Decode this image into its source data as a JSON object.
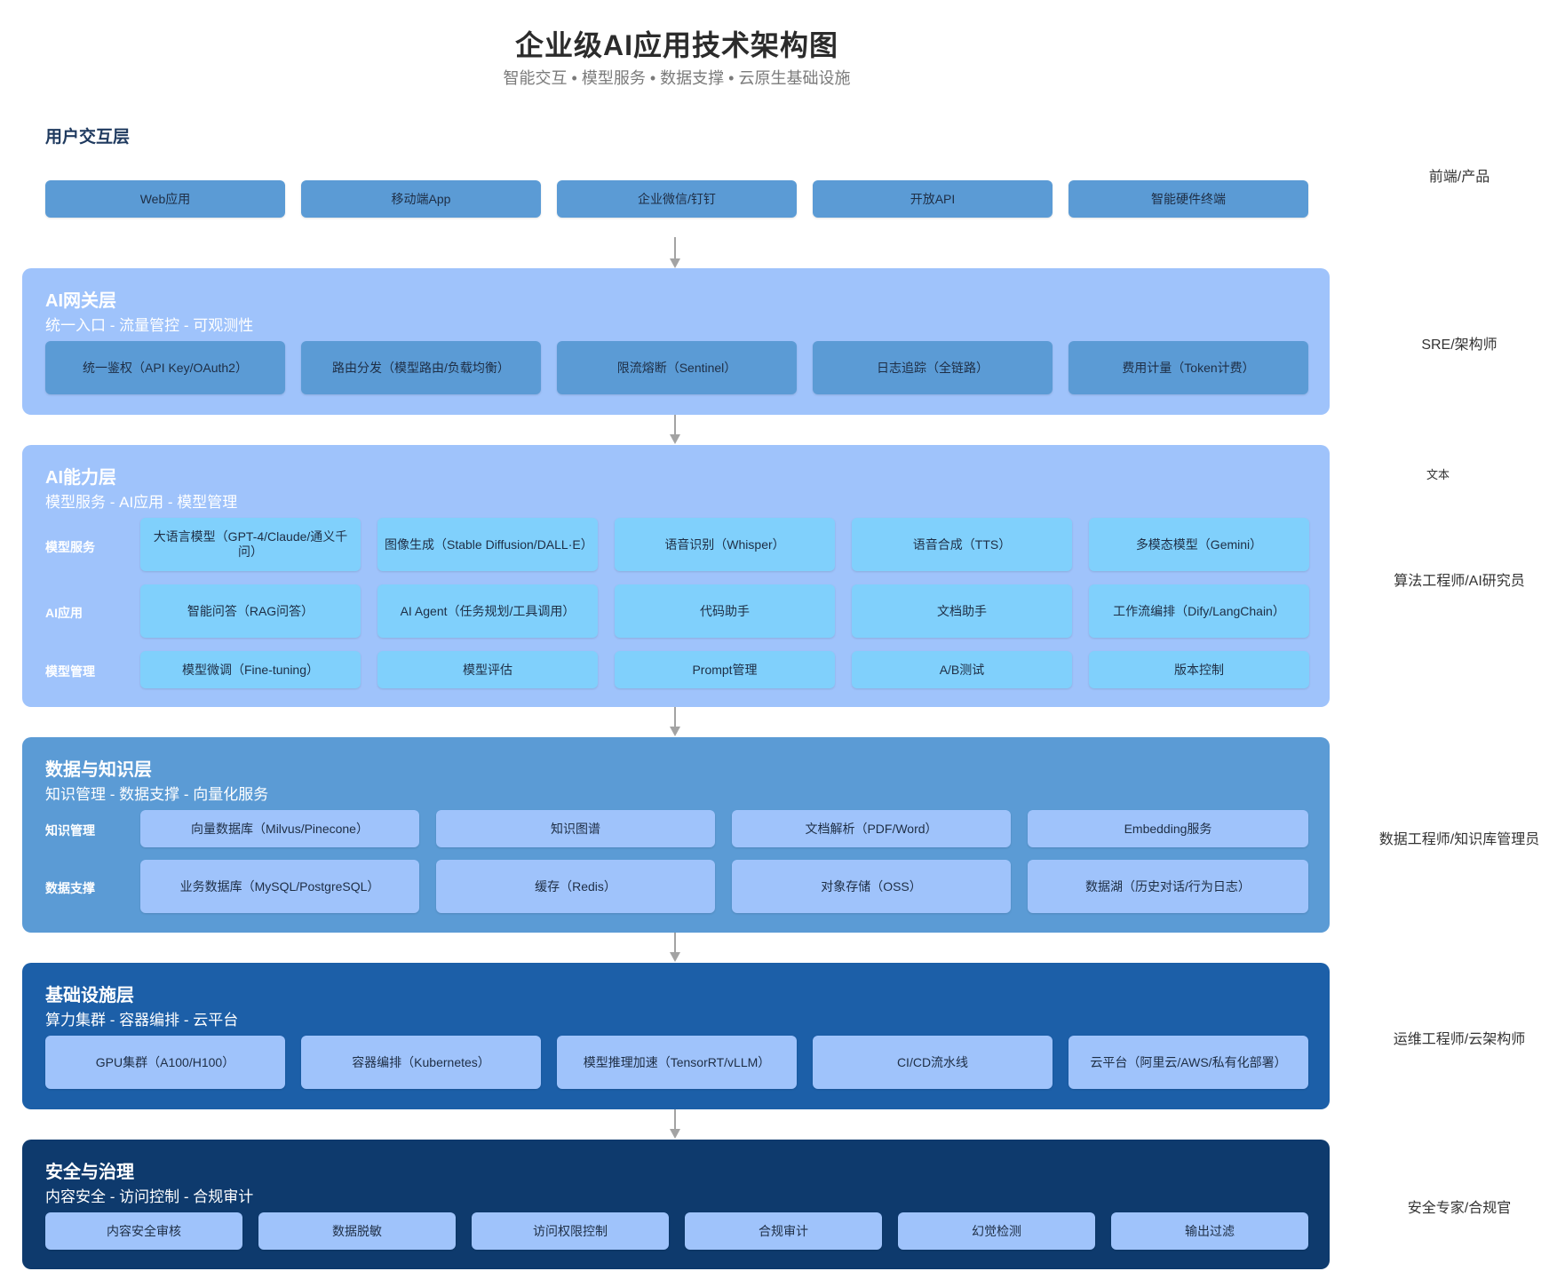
{
  "title": "企业级AI应用技术架构图",
  "subtitle": "智能交互 • 模型服务 • 数据支撑 • 云原生基础设施",
  "layers": {
    "user": {
      "name": "用户交互层",
      "items": [
        "Web应用",
        "移动端App",
        "企业微信/钉钉",
        "开放API",
        "智能硬件终端"
      ],
      "role": "前端/产品"
    },
    "gateway": {
      "name": "AI网关层",
      "desc": "统一入口 - 流量管控 - 可观测性",
      "items": [
        "统一鉴权（API Key/OAuth2）",
        "路由分发（模型路由/负载均衡）",
        "限流熔断（Sentinel）",
        "日志追踪（全链路）",
        "费用计量（Token计费）"
      ],
      "role": "SRE/架构师"
    },
    "capability": {
      "name": "AI能力层",
      "desc": "模型服务 - AI应用 - 模型管理",
      "rows": [
        {
          "label": "模型服务",
          "items": [
            "大语言模型（GPT-4/Claude/通义千问）",
            "图像生成（Stable Diffusion/DALL·E）",
            "语音识别（Whisper）",
            "语音合成（TTS）",
            "多模态模型（Gemini）"
          ]
        },
        {
          "label": "AI应用",
          "items": [
            "智能问答（RAG问答）",
            "AI Agent（任务规划/工具调用）",
            "代码助手",
            "文档助手",
            "工作流编排（Dify/LangChain）"
          ]
        },
        {
          "label": "模型管理",
          "items": [
            "模型微调（Fine-tuning）",
            "模型评估",
            "Prompt管理",
            "A/B测试",
            "版本控制"
          ]
        }
      ],
      "role_note": "文本",
      "role": "算法工程师/AI研究员"
    },
    "data": {
      "name": "数据与知识层",
      "desc": "知识管理 - 数据支撑 - 向量化服务",
      "rows": [
        {
          "label": "知识管理",
          "items": [
            "向量数据库（Milvus/Pinecone）",
            "知识图谱",
            "文档解析（PDF/Word）",
            "Embedding服务"
          ]
        },
        {
          "label": "数据支撑",
          "items": [
            "业务数据库（MySQL/PostgreSQL）",
            "缓存（Redis）",
            "对象存储（OSS）",
            "数据湖（历史对话/行为日志）"
          ]
        }
      ],
      "role": "数据工程师/知识库管理员"
    },
    "infra": {
      "name": "基础设施层",
      "desc": "算力集群 - 容器编排 - 云平台",
      "items": [
        "GPU集群（A100/H100）",
        "容器编排（Kubernetes）",
        "模型推理加速（TensorRT/vLLM）",
        "CI/CD流水线",
        "云平台（阿里云/AWS/私有化部署）"
      ],
      "role": "运维工程师/云架构师"
    },
    "security": {
      "name": "安全与治理",
      "desc": "内容安全 - 访问控制 - 合规审计",
      "items": [
        "内容安全审核",
        "数据脱敏",
        "访问权限控制",
        "合规审计",
        "幻觉检测",
        "输出过滤"
      ],
      "role": "安全专家/合规官"
    }
  },
  "colors": {
    "user_box": "#5b9bd5",
    "gateway_bg": "#9fc3fb",
    "gateway_box": "#5b9bd5",
    "capability_bg": "#9fc3fb",
    "capability_box": "#80d0fc",
    "data_bg": "#5b9bd5",
    "data_box": "#9fc3fb",
    "infra_bg": "#1c5fa8",
    "infra_box": "#9fc3fb",
    "security_bg": "#0e3a6d",
    "security_box": "#9fc3fb",
    "arrow": "#a3a3a3"
  }
}
